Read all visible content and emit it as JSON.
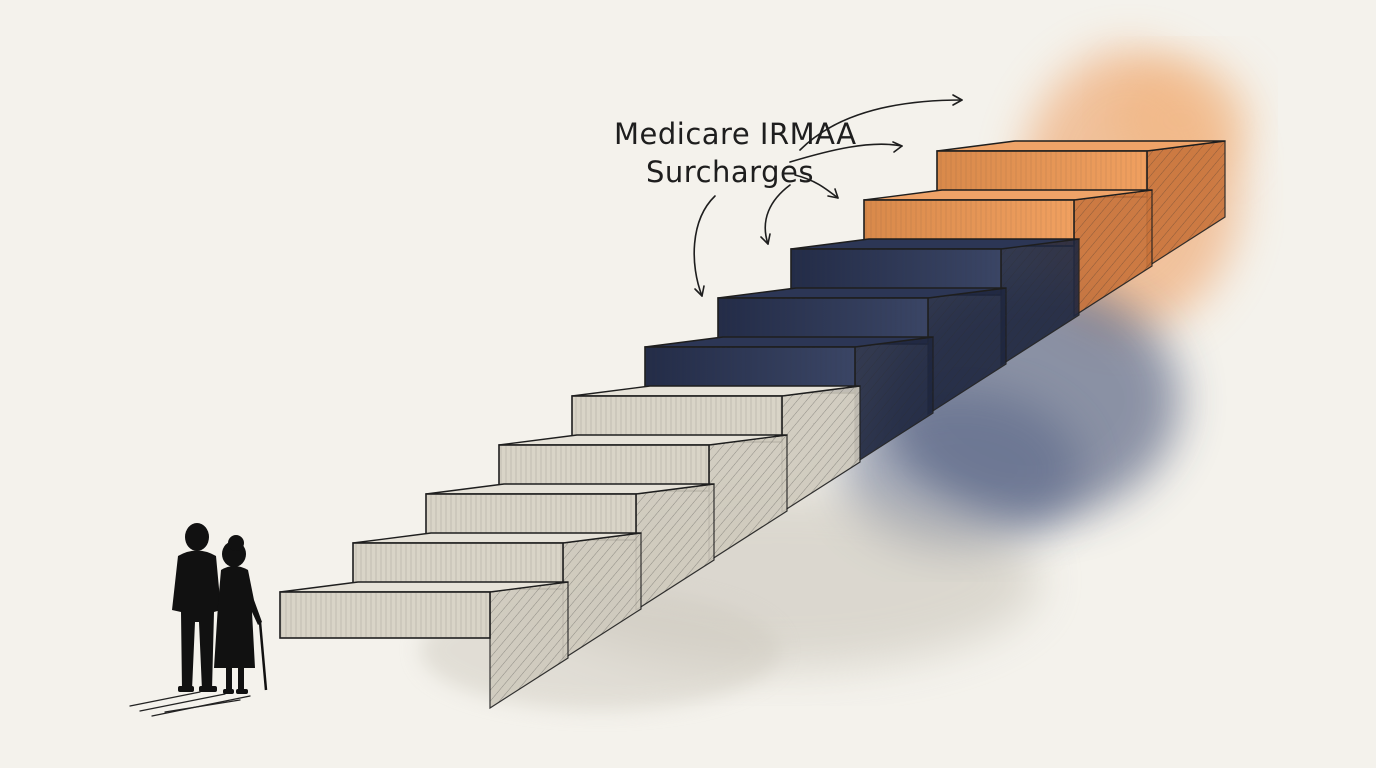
{
  "annotation": {
    "line1": "Medicare IRMAA",
    "line2": "Surcharges"
  },
  "colors": {
    "paper": "#f4f2ec",
    "step_light": "#e6e2d8",
    "step_light_shade": "#cfcabd",
    "step_navy": "#2c3655",
    "step_navy_shade": "#1f2740",
    "step_orange": "#e58e49",
    "step_orange_shade": "#c9733a",
    "ink": "#1e1e1e",
    "silhouette": "#111111"
  },
  "staircase": {
    "step_count": 10,
    "tiers": [
      "light",
      "light",
      "light",
      "light",
      "light",
      "navy",
      "navy",
      "navy",
      "orange",
      "orange"
    ]
  },
  "figures": [
    "elderly-man-silhouette",
    "elderly-woman-with-cane-silhouette"
  ]
}
